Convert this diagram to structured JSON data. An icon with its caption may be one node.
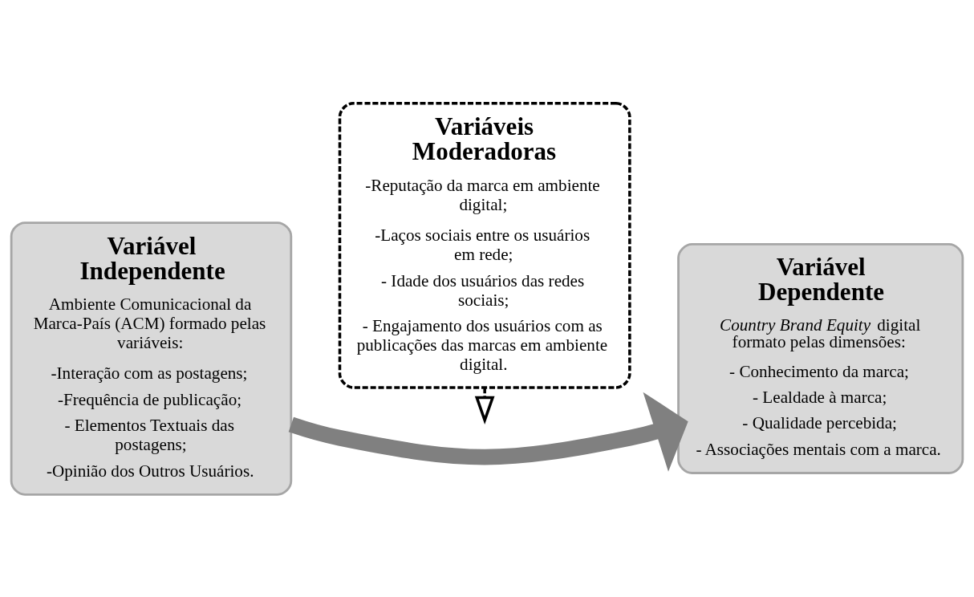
{
  "diagram": {
    "nodes": [
      {
        "text": [
          "Variável Independente",
          "Ambiente Comunicacional da Marca-País (ACM) formado pelas variáveis:",
          "-Interação com as postagens;",
          "-Frequência de publicação;",
          "- Elementos Textuais das postagens;",
          "-Opinião dos Outros Usuários."
        ]
      },
      {
        "text": [
          "Variáveis Moderadoras",
          "-Reputação da marca em ambiente digital;",
          "-Laços sociais entre os usuários em rede;",
          "- Idade dos usuários das redes sociais;",
          "- Engajamento dos usuários com as publicações das marcas em ambiente digital."
        ]
      },
      {
        "text": [
          "Variável Dependente",
          "*Country Brand Equity* digital formato pelas dimensões:",
          "- Conhecimento da marca;",
          "- Lealdade à marca;",
          "- Qualidade percebida;",
          "- Associações mentais com a marca."
        ]
      }
    ],
    "edges": [
      {
        "from": 0,
        "to": 2,
        "arrow": "to",
        "style": "thick",
        "color": "#808080"
      },
      {
        "from": 1,
        "to": null,
        "arrow": "to",
        "style": "dashed",
        "color": "#000000"
      }
    ]
  }
}
